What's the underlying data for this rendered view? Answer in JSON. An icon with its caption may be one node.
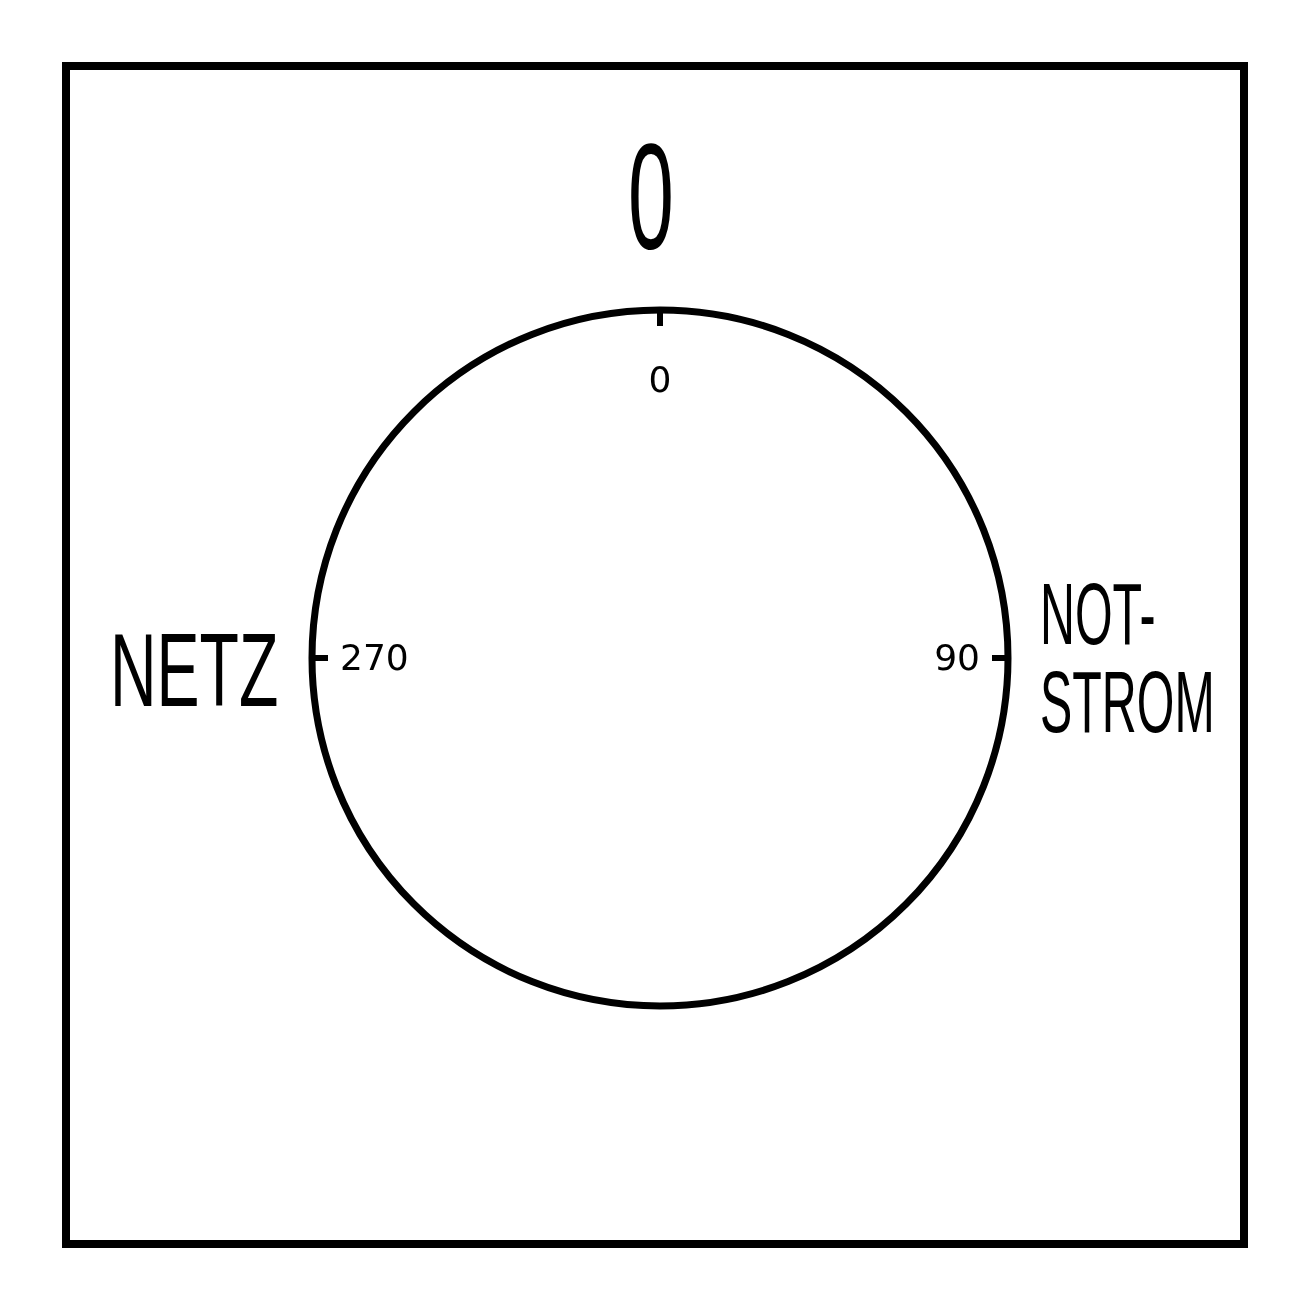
{
  "diagram": {
    "nodes": [
      {
        "text": [
          "0",
          "NETZ",
          "NOT- STROM"
        ]
      },
      {
        "text": [
          "0",
          "270",
          "90"
        ],
        "in": 0
      }
    ]
  }
}
